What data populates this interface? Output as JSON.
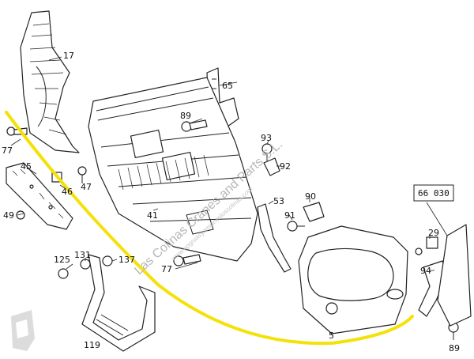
{
  "diagram": {
    "callouts": {
      "c17": "17",
      "c65": "65",
      "c89a": "89",
      "c77a": "77",
      "c45": "45",
      "c46": "46",
      "c47": "47",
      "c49": "49",
      "c41": "41",
      "c93": "93",
      "c92": "92",
      "c90": "90",
      "c53": "53",
      "c91": "91",
      "c66030": "66 030",
      "c29": "29",
      "c77b": "77",
      "c125": "125",
      "c131": "131",
      "c137": "137",
      "c94": "94",
      "c5": "5",
      "c119": "119",
      "c89b": "89"
    },
    "watermark": {
      "text_main": "Las Colinas Cranes and Parts S.L.",
      "text_sub": "www.opgruasyamionesloscolinas.com"
    },
    "highlight_color": "#f5e10a"
  }
}
